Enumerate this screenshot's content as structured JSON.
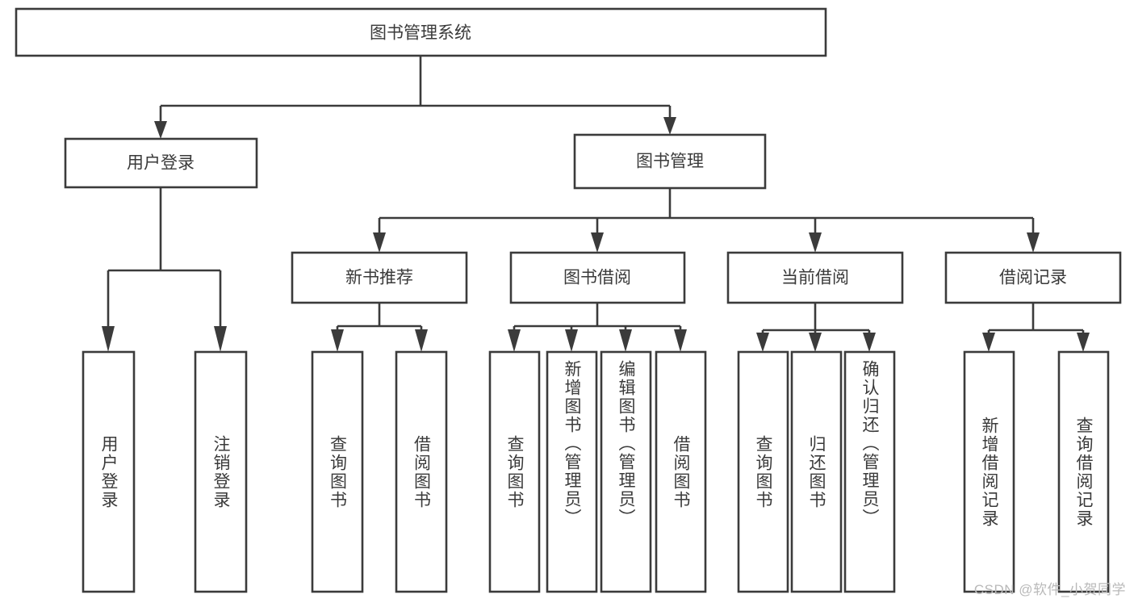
{
  "diagram": {
    "title": "图书管理系统",
    "type": "hierarchy-tree",
    "watermark": "CSDN @软件_小贺同学",
    "colors": {
      "stroke": "#3b3b3b",
      "box_fill": "#ffffff",
      "text": "#3a3a3a",
      "background": "#ffffff",
      "watermark": "#b9b9b9"
    },
    "root": {
      "label": "图书管理系统",
      "orientation": "horizontal"
    },
    "level1": [
      {
        "label": "用户登录",
        "orientation": "horizontal"
      },
      {
        "label": "图书管理",
        "orientation": "horizontal"
      }
    ],
    "level2": [
      {
        "label": "新书推荐",
        "orientation": "horizontal"
      },
      {
        "label": "图书借阅",
        "orientation": "horizontal"
      },
      {
        "label": "当前借阅",
        "orientation": "horizontal"
      },
      {
        "label": "借阅记录",
        "orientation": "horizontal"
      }
    ],
    "leaves": {
      "user_login": [
        {
          "label": "用户登录",
          "orientation": "vertical"
        },
        {
          "label": "注销登录",
          "orientation": "vertical"
        }
      ],
      "new_book_recommend": [
        {
          "label": "查询图书",
          "orientation": "vertical"
        },
        {
          "label": "借阅图书",
          "orientation": "vertical"
        }
      ],
      "book_borrow": [
        {
          "label": "查询图书",
          "orientation": "vertical"
        },
        {
          "label": "新增图书（管理员）",
          "orientation": "vertical"
        },
        {
          "label": "编辑图书（管理员）",
          "orientation": "vertical"
        },
        {
          "label": "借阅图书",
          "orientation": "vertical"
        }
      ],
      "current_borrow": [
        {
          "label": "查询图书",
          "orientation": "vertical"
        },
        {
          "label": "归还图书",
          "orientation": "vertical"
        },
        {
          "label": "确认归还（管理员）",
          "orientation": "vertical"
        }
      ],
      "borrow_record": [
        {
          "label": "新增借阅记录",
          "orientation": "vertical"
        },
        {
          "label": "查询借阅记录",
          "orientation": "vertical"
        }
      ]
    }
  }
}
